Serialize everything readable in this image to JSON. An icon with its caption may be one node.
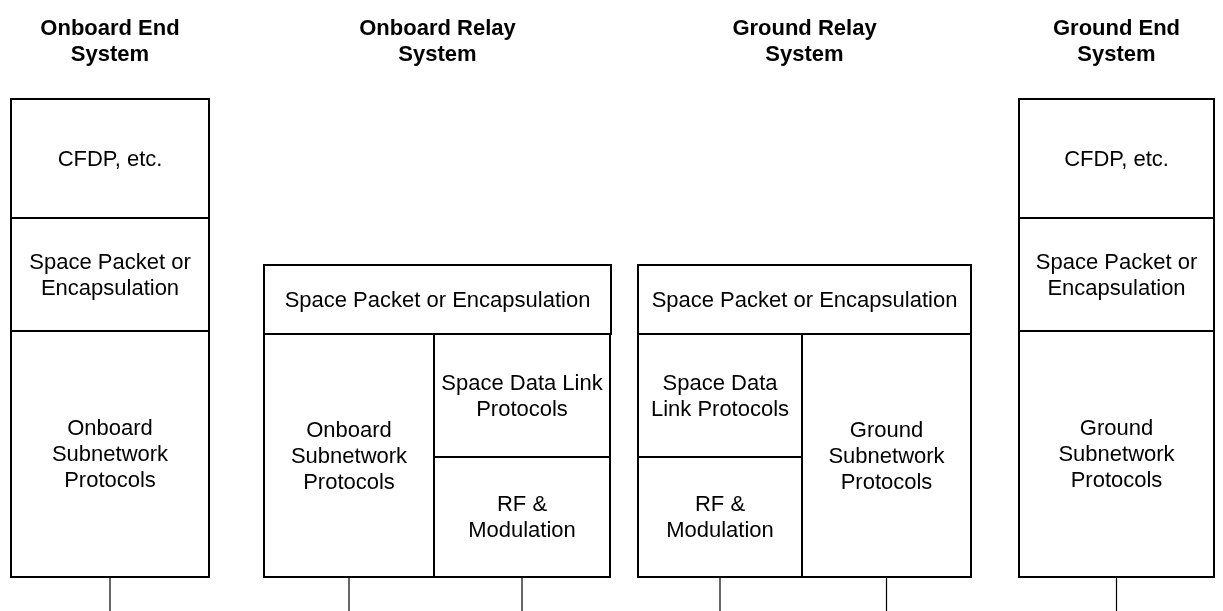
{
  "diagram": {
    "nodes": [
      {
        "text": [
          "CFDP, etc."
        ]
      },
      {
        "text": [
          "Space Packet or Encapsulation"
        ]
      },
      {
        "text": [
          "Onboard Subnetwork Protocols"
        ]
      },
      {
        "text": [
          "Space Packet or Encapsulation"
        ]
      },
      {
        "text": [
          "Onboard Subnetwork Protocols"
        ]
      },
      {
        "text": [
          "Space Data Link Protocols"
        ]
      },
      {
        "text": [
          "RF & Modulation"
        ]
      },
      {
        "text": [
          "Space Packet or Encapsulation"
        ]
      },
      {
        "text": [
          "Space Data Link Protocols"
        ]
      },
      {
        "text": [
          "RF & Modulation"
        ]
      },
      {
        "text": [
          "Ground Subnetwork Protocols"
        ]
      },
      {
        "text": [
          "CFDP, etc."
        ]
      },
      {
        "text": [
          "Space Packet or Encapsulation"
        ]
      },
      {
        "text": [
          "Ground Subnetwork Protocols"
        ]
      }
    ],
    "edges": [
      {
        "from": 2,
        "to": null,
        "arrow": "none"
      },
      {
        "from": 4,
        "to": null,
        "arrow": "none"
      },
      {
        "from": 6,
        "to": null,
        "arrow": "none"
      },
      {
        "from": 9,
        "to": null,
        "arrow": "none"
      },
      {
        "from": 10,
        "to": null,
        "arrow": "none"
      },
      {
        "from": 13,
        "to": null,
        "arrow": "none"
      }
    ],
    "labels": [
      "Onboard End System",
      "Onboard Relay System",
      "Ground Relay System",
      "Ground End System"
    ]
  }
}
